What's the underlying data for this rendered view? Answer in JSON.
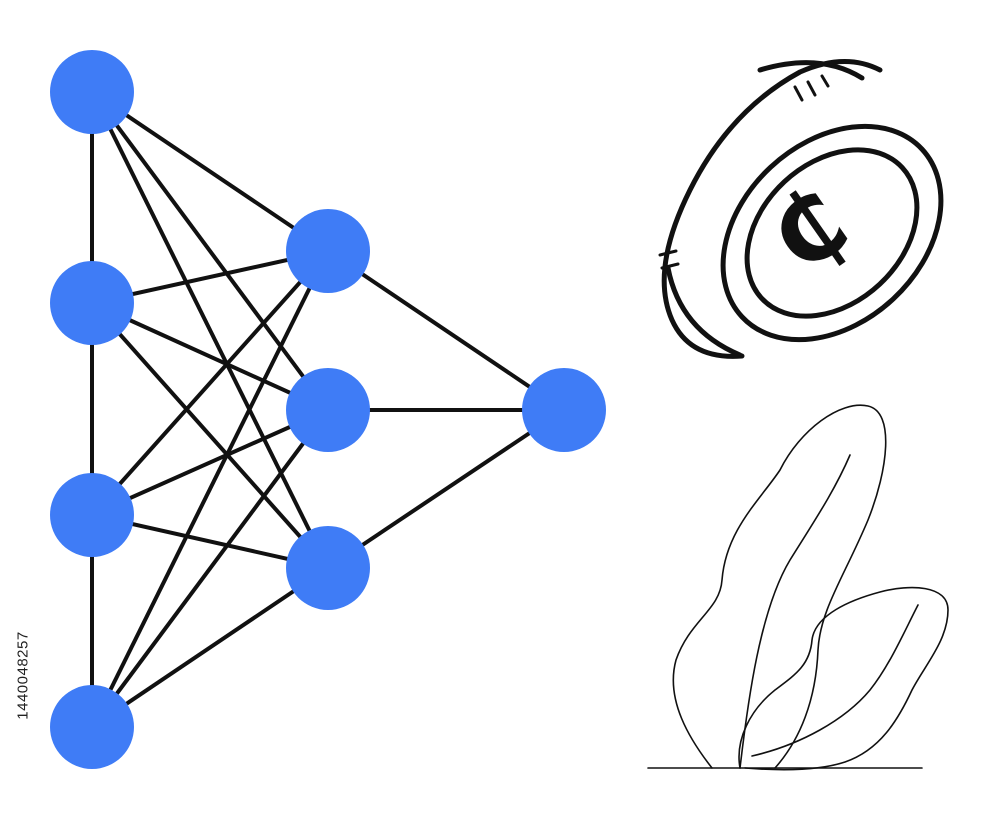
{
  "colors": {
    "node": "#3f7cf6",
    "edge": "#111111",
    "outline": "#111111",
    "background": "#ffffff"
  },
  "network": {
    "layers": [
      4,
      3,
      1
    ]
  },
  "coin": {
    "symbol": "₵",
    "icon": "coin-icon"
  },
  "plant": {
    "icon": "leaf-plant-icon"
  },
  "stock_id": "1440048257"
}
